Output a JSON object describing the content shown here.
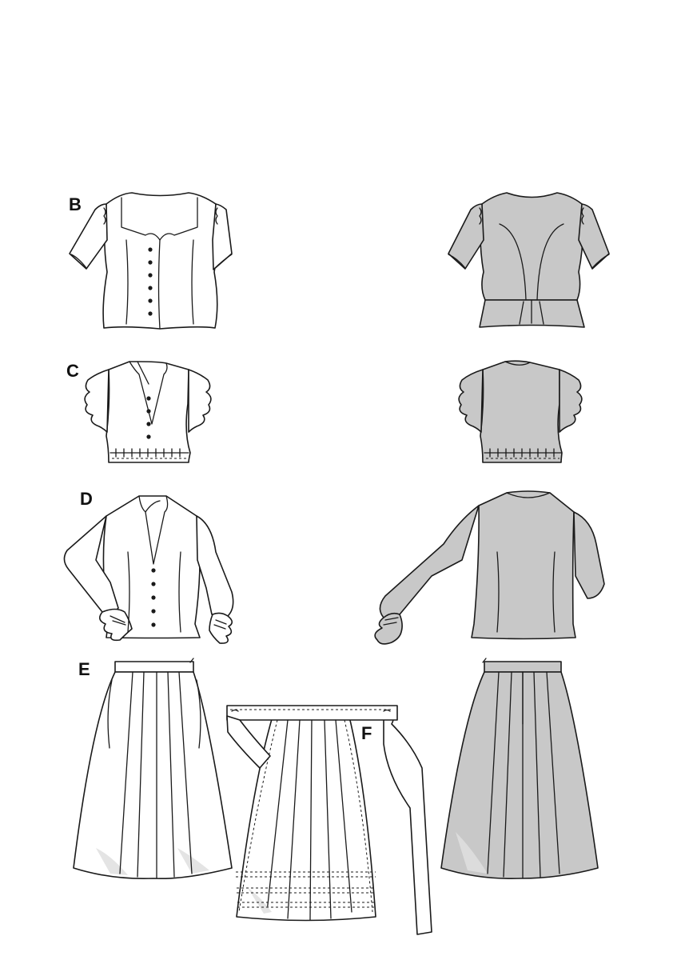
{
  "views": [
    {
      "label": "B"
    },
    {
      "label": "C"
    },
    {
      "label": "D"
    },
    {
      "label": "E"
    },
    {
      "label": "F"
    }
  ],
  "colors": {
    "outline": "#1a1a1a",
    "front_fill": "#ffffff",
    "back_fill": "#c8c8c8"
  }
}
